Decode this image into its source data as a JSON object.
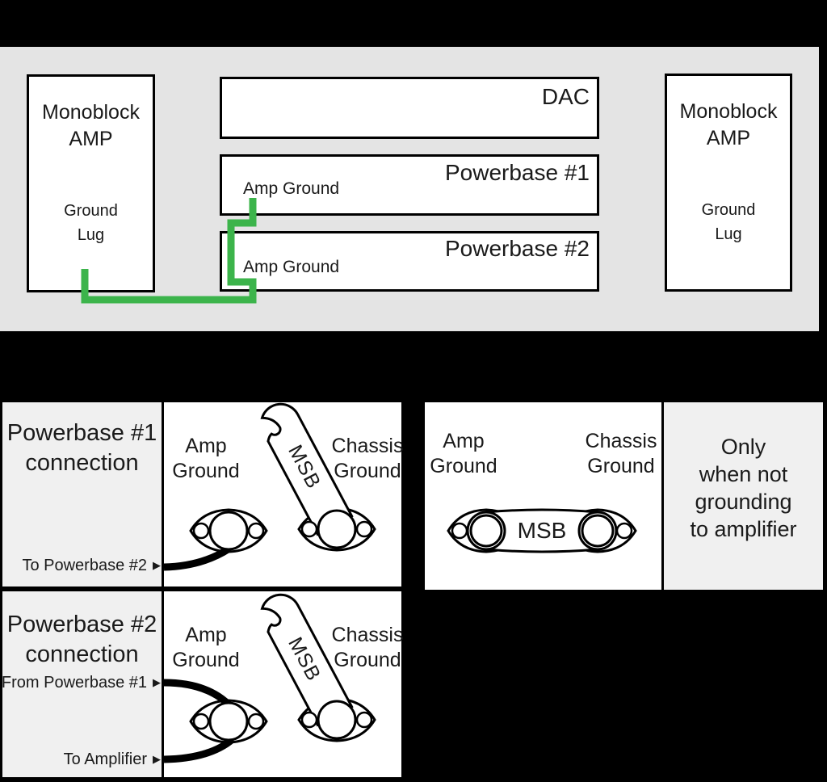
{
  "top": {
    "monoblock": {
      "l1": "Monoblock",
      "l2": "AMP",
      "g1": "Ground",
      "g2": "Lug"
    },
    "dac": {
      "name": "DAC"
    },
    "pb1": {
      "name": "Powerbase #1",
      "port": "Amp Ground"
    },
    "pb2": {
      "name": "Powerbase #2",
      "port": "Amp Ground"
    }
  },
  "bottom": {
    "row1": {
      "t1": "Powerbase #1",
      "t2": "connection",
      "link_out": "To Powerbase #2"
    },
    "row2": {
      "t1": "Powerbase #2",
      "t2": "connection",
      "link_in": "From Powerbase #1",
      "link_out": "To Amplifier"
    },
    "labels": {
      "amp1": "Amp",
      "amp2": "Ground",
      "ch1": "Chassis",
      "ch2": "Ground"
    },
    "strap": "MSB",
    "note": {
      "l1": "Only",
      "l2": "when not",
      "l3": "grounding",
      "l4": "to amplifier"
    },
    "arrow": "▶"
  },
  "colors": {
    "wire_green": "#3cb44b",
    "top_panel_bg": "#e4e4e4",
    "label_panel_bg": "#f0f0f0"
  }
}
